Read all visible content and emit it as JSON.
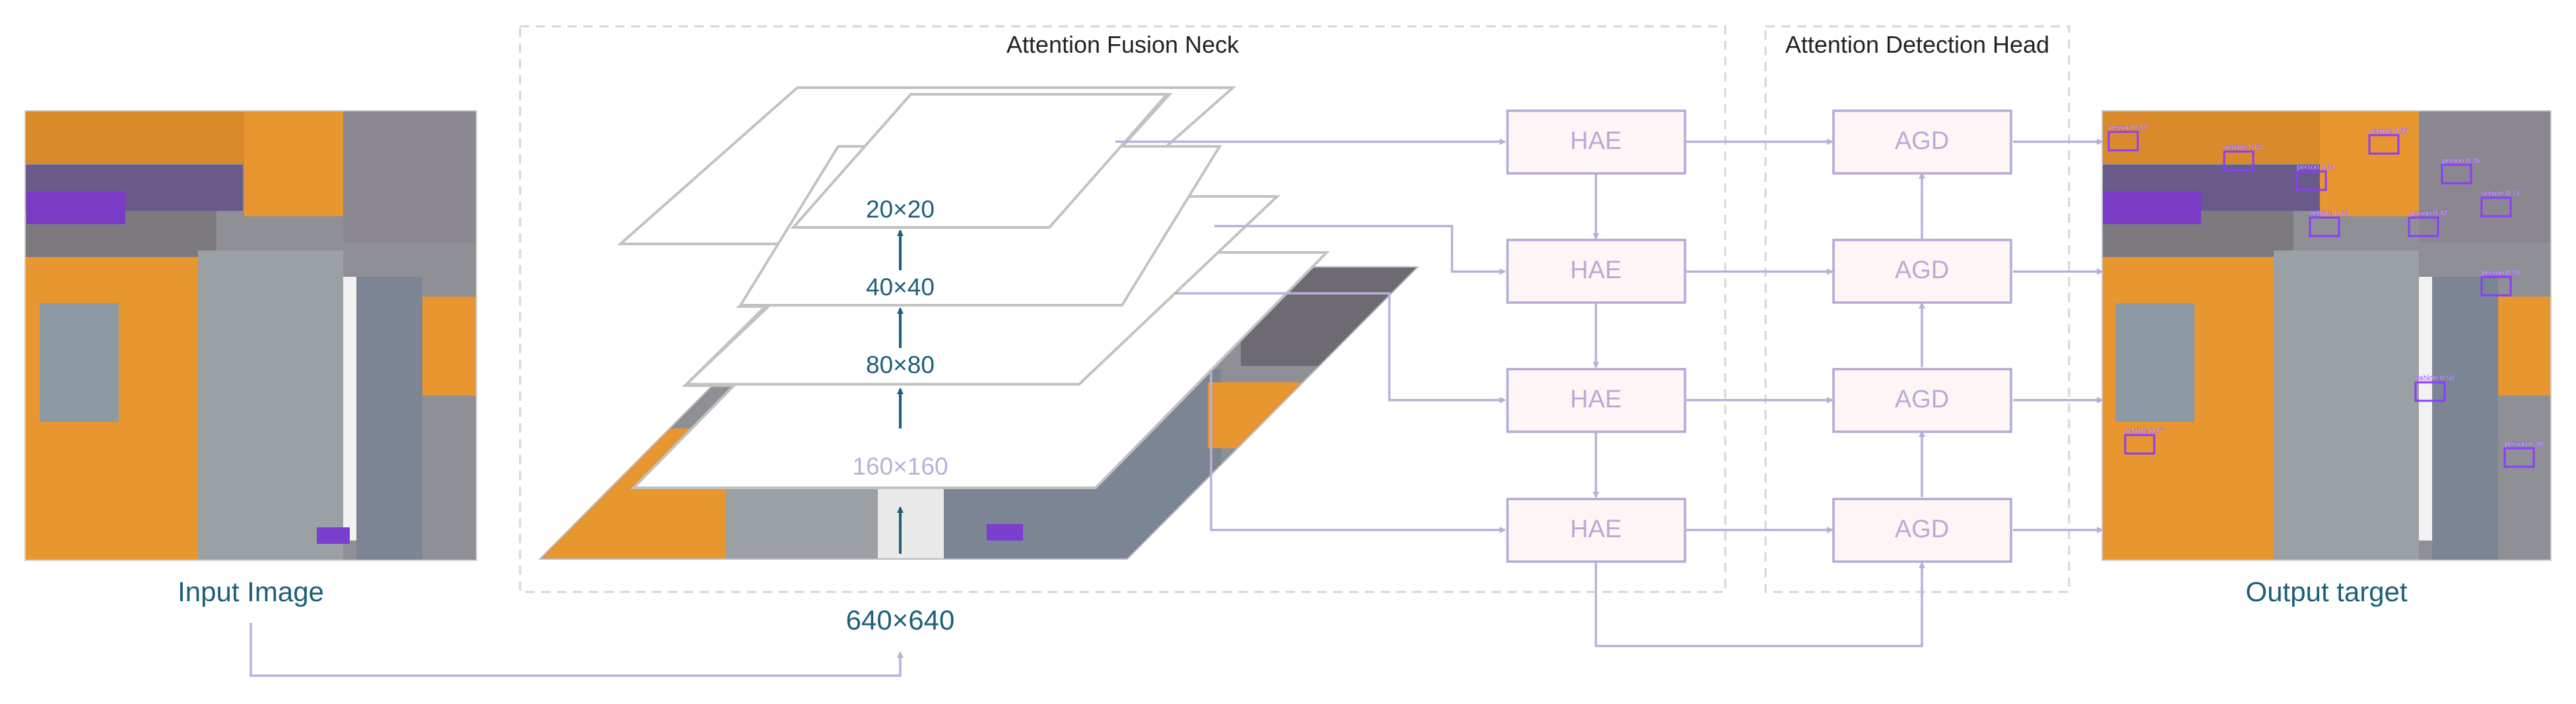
{
  "neck": {
    "title": "Attention Fusion Neck"
  },
  "head": {
    "title": "Attention Detection Head"
  },
  "input_label": "Input Image",
  "output_label": "Output target",
  "input_size": "640×640",
  "scales": [
    "20×20",
    "40×40",
    "80×80",
    "160×160"
  ],
  "hae_blocks": [
    "HAE",
    "HAE",
    "HAE",
    "HAE"
  ],
  "agd_blocks": [
    "AGD",
    "AGD",
    "AGD",
    "AGD"
  ],
  "detections": [
    "person 0.48",
    "vehicle 0.62",
    "person 0.31",
    "vehicle 0.55",
    "person 0.36",
    "vehicle 0.71",
    "person 0.42",
    "vehicle 0.63",
    "person 0.29",
    "vehicle 0.58",
    "person 0.39",
    "vehicle 0.47"
  ],
  "colors": {
    "teal": "#1c5f78",
    "connector": "#b9b0d8",
    "block_fill": "#fdf5f6",
    "block_text": "#b5acd6",
    "detection": "#8a3cff",
    "roof": "#e8962f"
  }
}
